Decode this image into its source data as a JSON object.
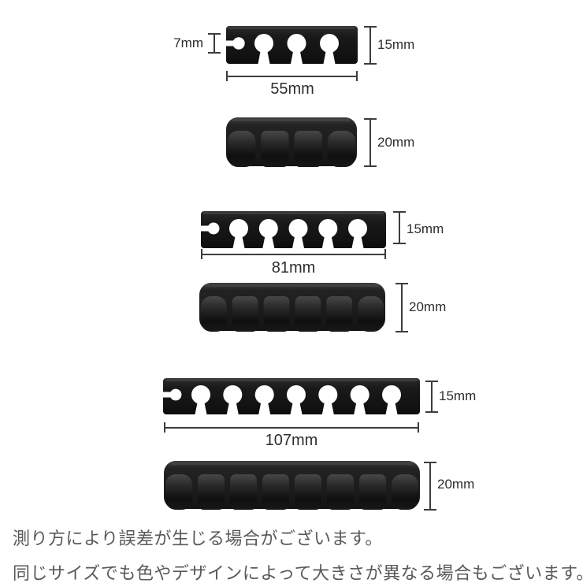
{
  "page": {
    "background": "#ffffff"
  },
  "colors": {
    "product_body": "#161616",
    "dimension_line": "#3c3c3c",
    "dimension_text": "#2d2d2d",
    "note_text": "#595959"
  },
  "products": [
    {
      "name": "cable-clip-small-top-view",
      "view": "top",
      "holes": 4,
      "labels": {
        "slot": "7mm",
        "height": "15mm",
        "width": "55mm"
      }
    },
    {
      "name": "cable-clip-small-side-view",
      "view": "side",
      "segments": 4,
      "labels": {
        "height": "20mm"
      }
    },
    {
      "name": "cable-clip-medium-top-view",
      "view": "top",
      "holes": 6,
      "labels": {
        "height": "15mm",
        "width": "81mm"
      }
    },
    {
      "name": "cable-clip-medium-side-view",
      "view": "side",
      "segments": 6,
      "labels": {
        "height": "20mm"
      }
    },
    {
      "name": "cable-clip-large-top-view",
      "view": "top",
      "holes": 8,
      "labels": {
        "height": "15mm",
        "width": "107mm"
      }
    },
    {
      "name": "cable-clip-large-side-view",
      "view": "side",
      "segments": 8,
      "labels": {
        "height": "20mm"
      }
    }
  ],
  "notes": [
    "測り方により誤差が生じる場合がございます。",
    "同じサイズでも色やデザインによって大きさが異なる場合もございます。"
  ]
}
